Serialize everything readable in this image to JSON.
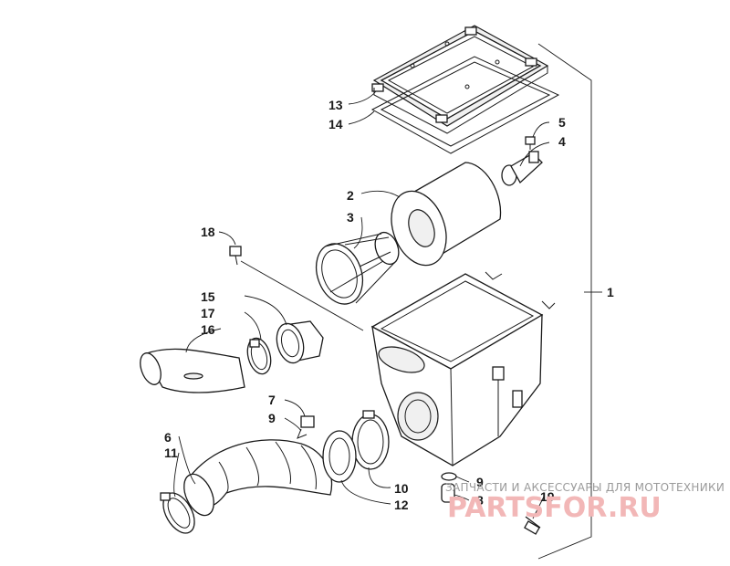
{
  "callouts": [
    "1",
    "2",
    "3",
    "4",
    "5",
    "6",
    "7",
    "8",
    "9",
    "9",
    "10",
    "11",
    "12",
    "13",
    "14",
    "15",
    "16",
    "17",
    "18",
    "19"
  ],
  "watermark": {
    "caption": "ЗАПЧАСТИ И АКСЕССУАРЫ ДЛЯ МОТОТЕХНИКИ",
    "logo": "PARTSFOR.RU",
    "color": "#f2b7b7"
  }
}
